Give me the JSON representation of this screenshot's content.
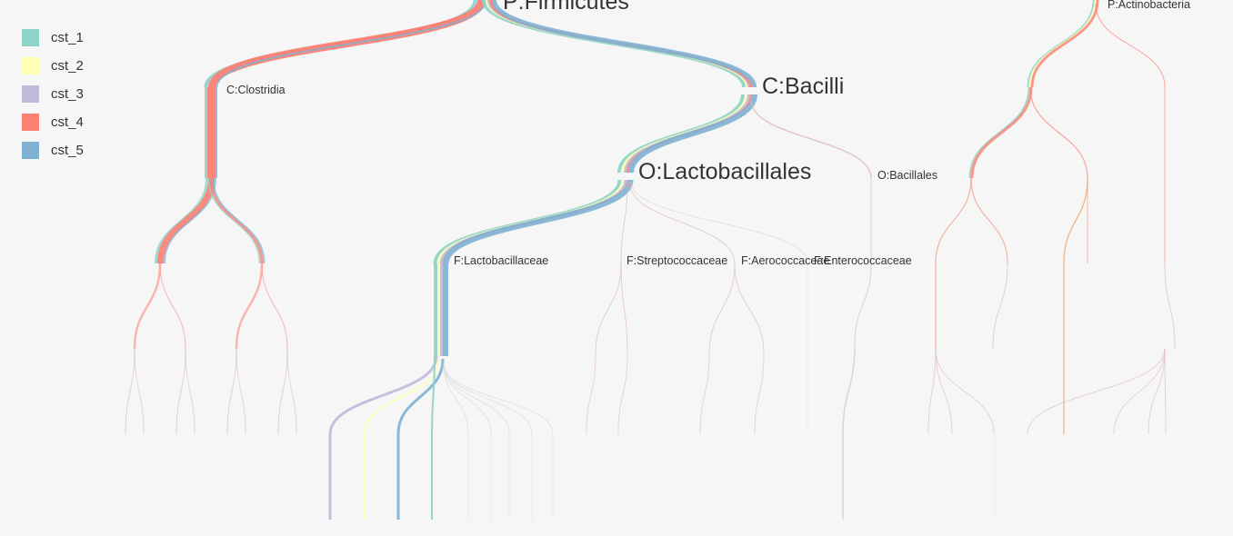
{
  "legend": {
    "items": [
      {
        "label": "cst_1",
        "color": "#8dd3c7"
      },
      {
        "label": "cst_2",
        "color": "#ffffb3"
      },
      {
        "label": "cst_3",
        "color": "#bebada"
      },
      {
        "label": "cst_4",
        "color": "#fb8072"
      },
      {
        "label": "cst_5",
        "color": "#80b1d3"
      }
    ]
  },
  "nodes": {
    "firmicutes": "P:Firmicutes",
    "actinobacteria": "P:Actinobacteria",
    "clostridia": "C:Clostridia",
    "bacilli": "C:Bacilli",
    "lactobacillales": "O:Lactobacillales",
    "bacillales": "O:Bacillales",
    "lactobacillaceae": "F:Lactobacillaceae",
    "streptococcaceae": "F:Streptococcaceae",
    "aerococcaceae": "F:Aerococcaceae",
    "enterococcaceae": "F:Enterococcaceae"
  }
}
